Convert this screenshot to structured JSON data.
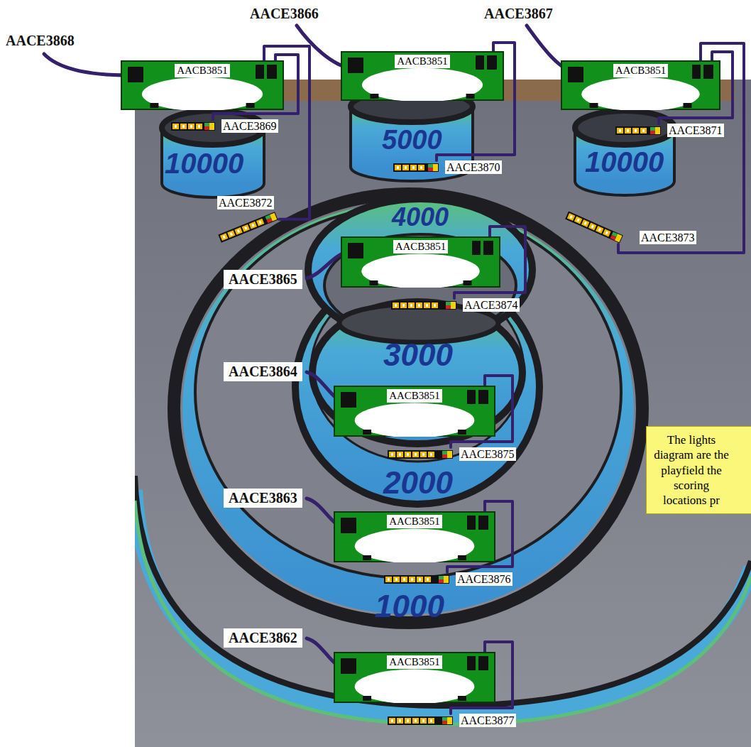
{
  "diagram": {
    "nodes": [
      {
        "text": [
          "AACB3851"
        ]
      },
      {
        "text": [
          "AACB3851"
        ]
      },
      {
        "text": [
          "AACB3851"
        ]
      },
      {
        "text": [
          "AACE3869"
        ]
      },
      {
        "text": [
          "AACE3870"
        ]
      },
      {
        "text": [
          "AACE3871"
        ]
      },
      {
        "text": [
          "AACE3872"
        ]
      },
      {
        "text": [
          "AACE3873"
        ]
      },
      {
        "text": [
          "AACB3851"
        ]
      },
      {
        "text": [
          "AACE3874"
        ]
      },
      {
        "text": [
          "AACB3851"
        ]
      },
      {
        "text": [
          "AACE3875"
        ]
      },
      {
        "text": [
          "AACB3851"
        ]
      },
      {
        "text": [
          "AACE3876"
        ]
      },
      {
        "text": [
          "AACB3851"
        ]
      },
      {
        "text": [
          "AACE3877"
        ]
      },
      {
        "text": [
          "The lights diagram are the playfield the scoring locations pr"
        ]
      }
    ],
    "edges": [
      {
        "from": 0,
        "to": 3,
        "arrow": "none"
      },
      {
        "from": 0,
        "to": 6,
        "arrow": "none"
      },
      {
        "from": 1,
        "to": 4,
        "arrow": "none"
      },
      {
        "from": 2,
        "to": 5,
        "arrow": "none"
      },
      {
        "from": 2,
        "to": 7,
        "arrow": "none"
      },
      {
        "from": 8,
        "to": 9,
        "arrow": "none"
      },
      {
        "from": 10,
        "to": 11,
        "arrow": "none"
      },
      {
        "from": 12,
        "to": 13,
        "arrow": "none"
      },
      {
        "from": 14,
        "to": 15,
        "arrow": "none"
      }
    ],
    "labels": [
      "AACE3868",
      "AACE3866",
      "AACE3867",
      "10000",
      "5000",
      "10000",
      "4000",
      "AACE3865",
      "3000",
      "AACE3864",
      "2000",
      "AACE3863",
      "1000",
      "AACE3862"
    ]
  }
}
